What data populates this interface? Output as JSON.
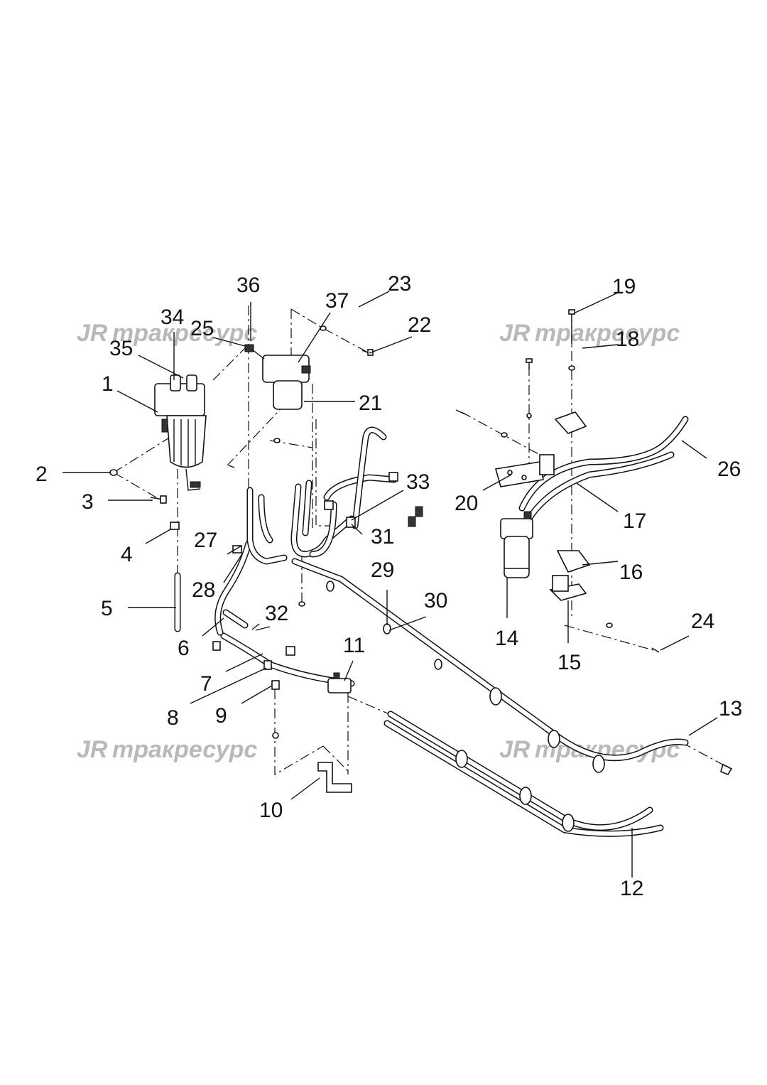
{
  "watermark": {
    "text": "тракресурс",
    "logo_text": "JR"
  },
  "labels": {
    "n1": "1",
    "n2": "2",
    "n3": "3",
    "n4": "4",
    "n5": "5",
    "n6": "6",
    "n7": "7",
    "n8": "8",
    "n9": "9",
    "n10": "10",
    "n11": "11",
    "n12": "12",
    "n13": "13",
    "n14": "14",
    "n15": "15",
    "n16": "16",
    "n17": "17",
    "n18": "18",
    "n19": "19",
    "n20": "20",
    "n21": "21",
    "n22": "22",
    "n23": "23",
    "n24": "24",
    "n25": "25",
    "n26": "26",
    "n27": "27",
    "n28": "28",
    "n29": "29",
    "n30": "30",
    "n31": "31",
    "n32": "32",
    "n33": "33",
    "n34": "34",
    "n35": "35",
    "n36": "36",
    "n37": "37"
  }
}
